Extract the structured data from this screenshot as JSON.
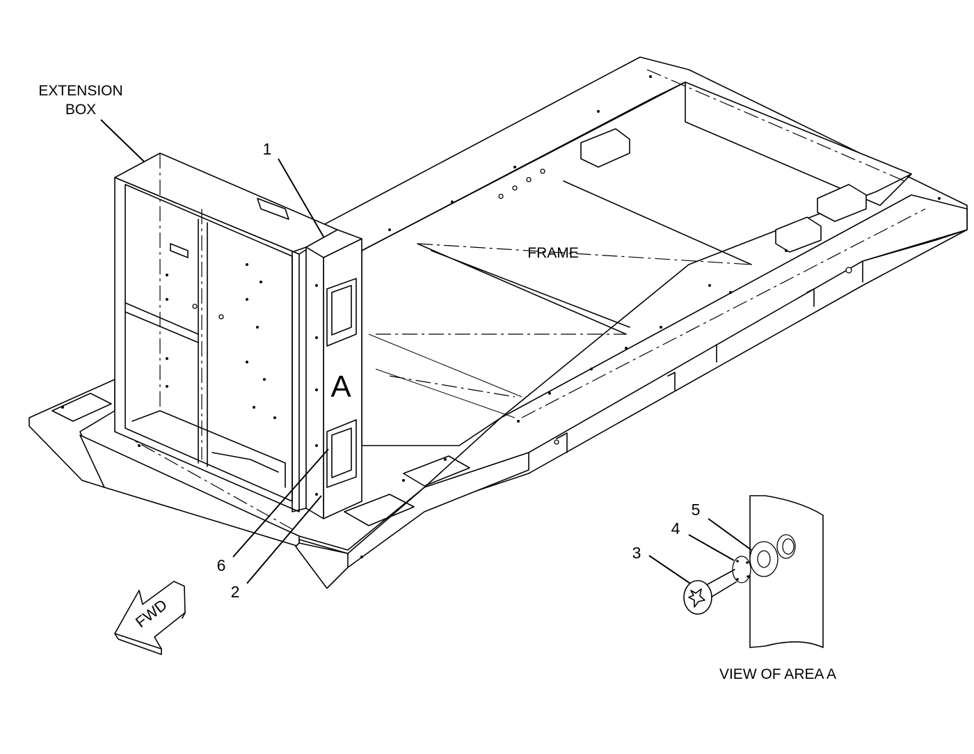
{
  "labels": {
    "extension_box_line1": "EXTENSION",
    "extension_box_line2": "BOX",
    "frame": "FRAME",
    "area_marker": "A",
    "view_caption": "VIEW OF AREA A",
    "fwd": "FWD"
  },
  "callouts": [
    {
      "id": "1",
      "text": "1"
    },
    {
      "id": "2",
      "text": "2"
    },
    {
      "id": "3",
      "text": "3"
    },
    {
      "id": "4",
      "text": "4"
    },
    {
      "id": "5",
      "text": "5"
    },
    {
      "id": "6",
      "text": "6"
    }
  ]
}
